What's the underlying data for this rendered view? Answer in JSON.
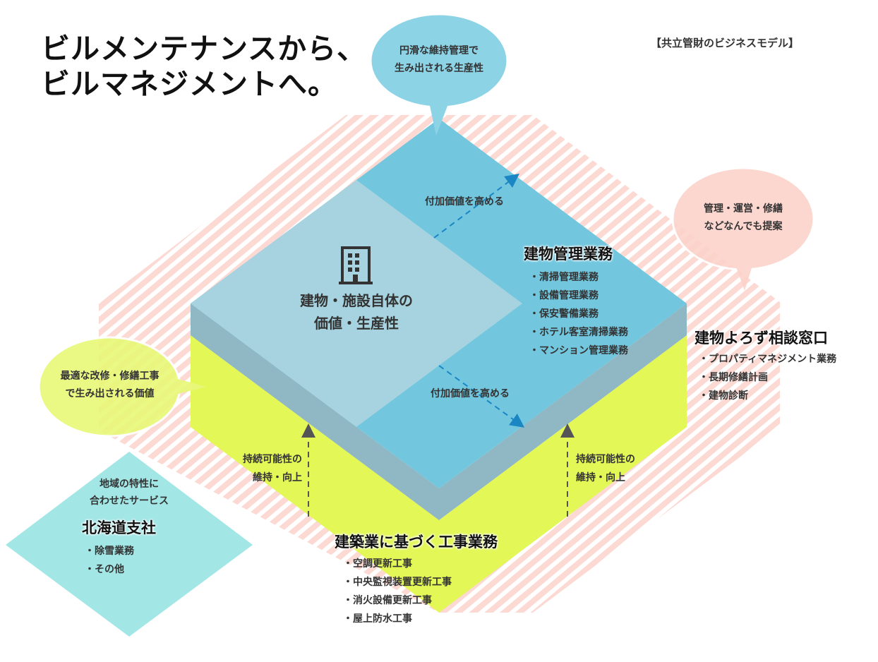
{
  "title_lines": [
    "ビルメンテナンスから、",
    "ビルマネジメントへ。"
  ],
  "model_label": "【共立管財のビジネスモデル】",
  "bubbles": {
    "top": [
      "円滑な維持管理で",
      "生み出される生産性"
    ],
    "right": [
      "管理・運営・修繕",
      "などなんでも提案"
    ],
    "left": [
      "最適な改修・修繕工事",
      "で生み出される価値"
    ]
  },
  "center": {
    "icon": "building-icon",
    "lines": [
      "建物・施設自体の",
      "価値・生産性"
    ]
  },
  "arrows": {
    "added_value_top": "付加価値を高める",
    "added_value_bottom": "付加価値を高める",
    "sustain_left": [
      "持続可能性の",
      "維持・向上"
    ],
    "sustain_right": [
      "持続可能性の",
      "維持・向上"
    ]
  },
  "building_mgmt": {
    "heading": "建物管理業務",
    "items": [
      "清掃管理業務",
      "設備管理業務",
      "保安警備業務",
      "ホテル客室清掃業務",
      "マンション管理業務"
    ]
  },
  "consult": {
    "heading": "建物よろず相談窓口",
    "items": [
      "プロパティマネジメント業務",
      "長期修繕計画",
      "建物診断"
    ]
  },
  "construction": {
    "heading": "建築業に基づく工事業務",
    "items": [
      "空調更新工事",
      "中央監視装置更新工事",
      "消火設備更新工事",
      "屋上防水工事"
    ]
  },
  "hokkaido": {
    "subtitle": [
      "地域の特性に",
      "合わせたサービス"
    ],
    "heading": "北海道支社",
    "items": [
      "除雪業務",
      "その他"
    ]
  },
  "colors": {
    "top_face": "#72c7df",
    "inner_face": "#a6d3df",
    "side_gray": "#8fb8c4",
    "yellow": "#e3f757",
    "stripe": "#fcd9d2",
    "hokkaido": "#a3e6e6",
    "bubble_pink": "#fcd9d2",
    "bubble_yellow": "#e9f87a"
  }
}
